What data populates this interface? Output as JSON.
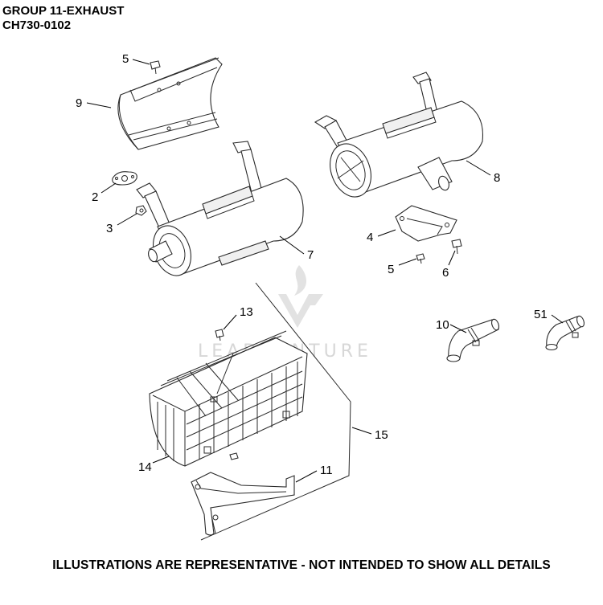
{
  "header": {
    "group_title": "GROUP 11-EXHAUST",
    "model_code": "CH730-0102"
  },
  "footer": {
    "disclaimer": "ILLUSTRATIONS ARE REPRESENTATIVE - NOT INTENDED TO SHOW ALL DETAILS"
  },
  "watermark": {
    "text": "LEADVENTURE"
  },
  "callouts": [
    {
      "id": "c5a",
      "label": "5"
    },
    {
      "id": "c9",
      "label": "9"
    },
    {
      "id": "c2",
      "label": "2"
    },
    {
      "id": "c3",
      "label": "3"
    },
    {
      "id": "c7",
      "label": "7"
    },
    {
      "id": "c8",
      "label": "8"
    },
    {
      "id": "c4",
      "label": "4"
    },
    {
      "id": "c5b",
      "label": "5"
    },
    {
      "id": "c6",
      "label": "6"
    },
    {
      "id": "c13",
      "label": "13"
    },
    {
      "id": "c10",
      "label": "10"
    },
    {
      "id": "c51",
      "label": "51"
    },
    {
      "id": "c15",
      "label": "15"
    },
    {
      "id": "c14",
      "label": "14"
    },
    {
      "id": "c11",
      "label": "11"
    }
  ],
  "colors": {
    "line": "#2a2a2a",
    "watermark": "#d7d7d7",
    "background": "#ffffff"
  }
}
